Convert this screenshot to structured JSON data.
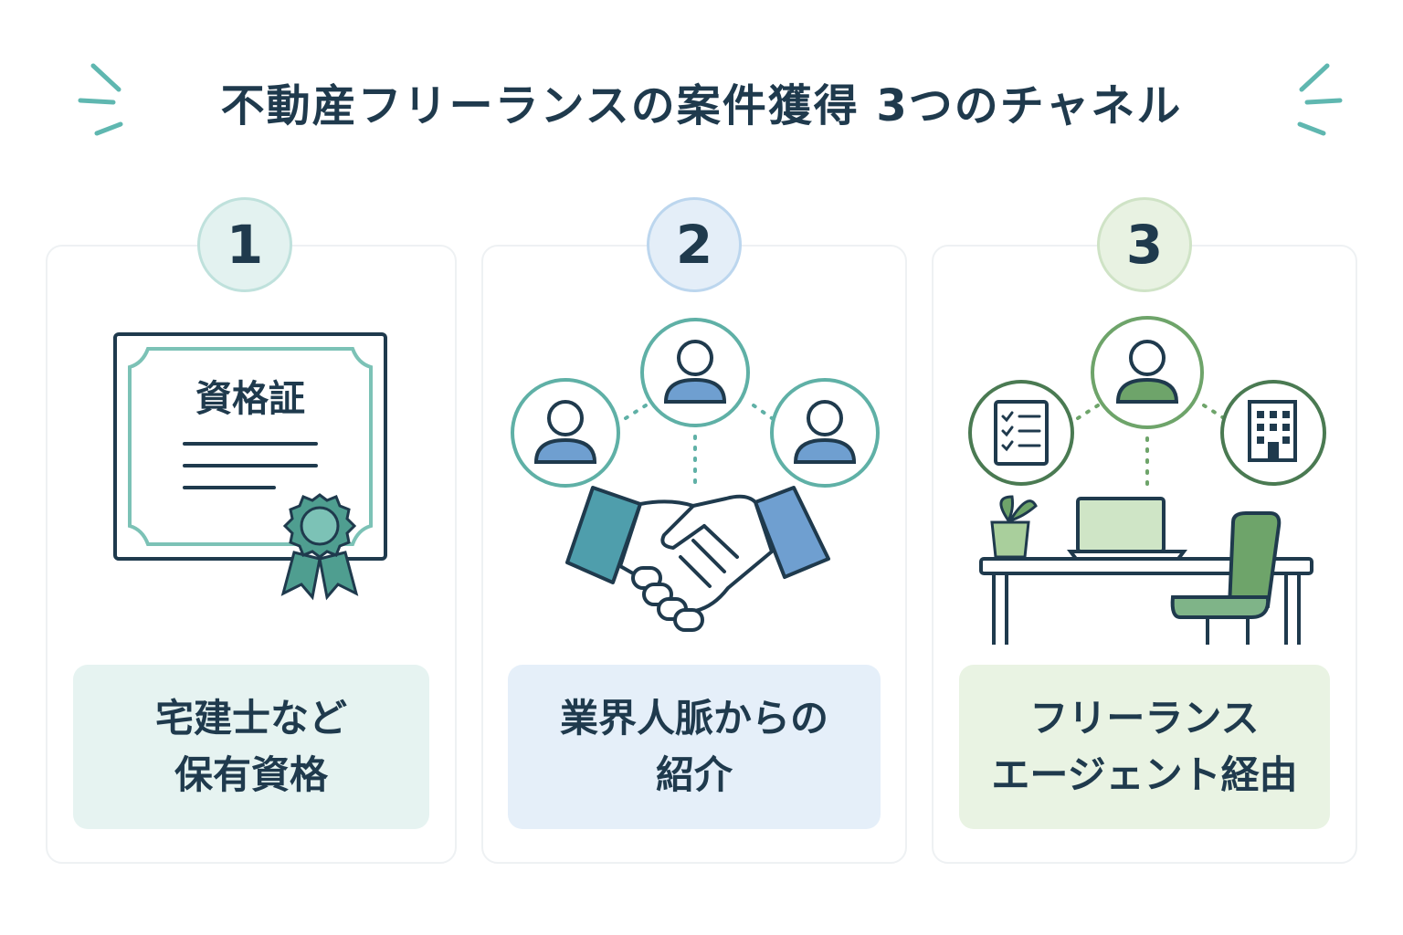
{
  "title": "不動産フリーランスの案件獲得 3つのチャネル",
  "colors": {
    "navy": "#1f3a4d",
    "teal": "#5fb0a6",
    "blue": "#5b8fc4",
    "green": "#6ea46a"
  },
  "channels": [
    {
      "number": "1",
      "icon": "certificate-icon",
      "certificate_heading": "資格証",
      "label_line1": "宅建士など",
      "label_line2": "保有資格"
    },
    {
      "number": "2",
      "icon": "handshake-network-icon",
      "label_line1": "業界人脈からの",
      "label_line2": "紹介"
    },
    {
      "number": "3",
      "icon": "remote-desk-icon",
      "label_line1": "フリーランス",
      "label_line2": "エージェント経由"
    }
  ]
}
